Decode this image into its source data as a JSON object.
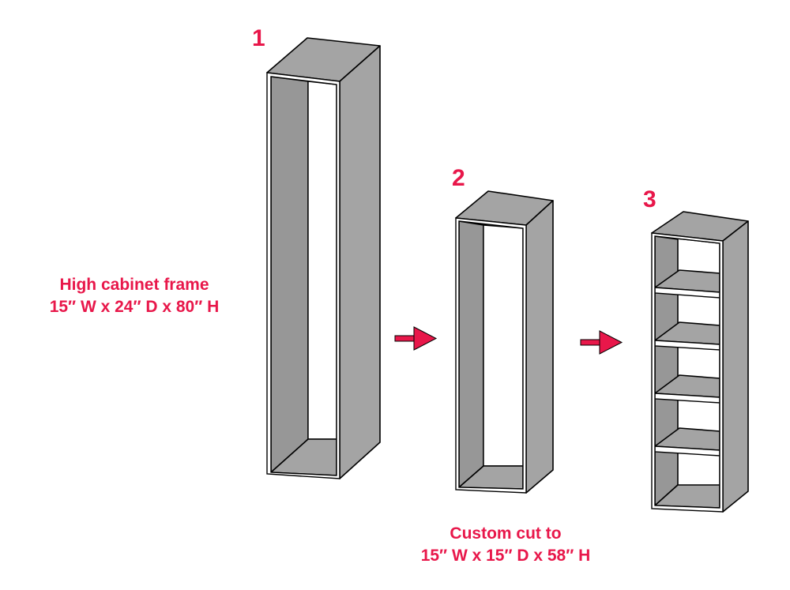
{
  "colors": {
    "accent": "#e8174a",
    "panel": "#a4a4a4",
    "panel_dark": "#979797",
    "outline": "#000000",
    "background": "#ffffff"
  },
  "steps": [
    {
      "number": "1",
      "caption_lines": [
        "High cabinet frame",
        "15″ W x 24″ D x 80″ H"
      ]
    },
    {
      "number": "2",
      "caption_lines": [
        "Custom cut to",
        "15″ W x 15″ D x 58″ H"
      ]
    },
    {
      "number": "3",
      "caption_lines": []
    }
  ],
  "arrows": [
    {
      "from_step": "1",
      "to_step": "2",
      "icon": "arrow-right-icon"
    },
    {
      "from_step": "2",
      "to_step": "3",
      "icon": "arrow-right-icon"
    }
  ],
  "cabinet_3": {
    "shelves": 4
  }
}
